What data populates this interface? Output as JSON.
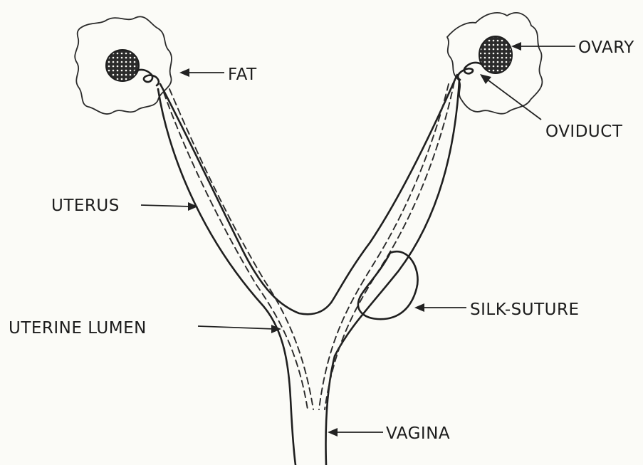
{
  "labels": {
    "fat": "FAT",
    "ovary": "OVARY",
    "oviduct": "OVIDUCT",
    "uterus": "UTERUS",
    "uterine_lumen": "UTERINE LUMEN",
    "silk_suture": "SILK-SUTURE",
    "vagina": "VAGINA"
  }
}
